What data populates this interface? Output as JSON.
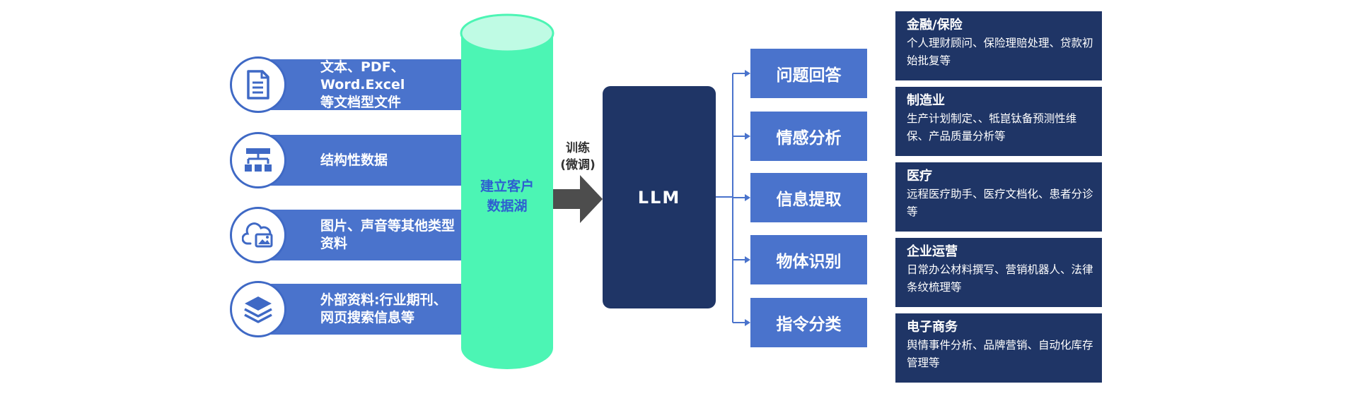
{
  "sources": [
    {
      "label": "文本、PDF、Word.Excel\n等文档型文件",
      "icon": "document-icon"
    },
    {
      "label": "结构性数据",
      "icon": "structure-icon"
    },
    {
      "label": "图片、声音等其他类型\n资料",
      "icon": "cloud-image-icon"
    },
    {
      "label": "外部资料:行业期刊、\n网页搜索信息等",
      "icon": "layers-icon"
    }
  ],
  "data_lake": {
    "label": "建立客户\n数据湖"
  },
  "training": {
    "label": "训练\n(微调)"
  },
  "model": {
    "label": "LLM"
  },
  "tasks": [
    "问题回答",
    "情感分析",
    "信息提取",
    "物体识别",
    "指令分类"
  ],
  "industries": [
    {
      "title": "金融/保险",
      "desc": "个人理财顾问、保险理赔处理、贷款初始批复等"
    },
    {
      "title": "制造业",
      "desc": "生产计划制定、、牴崑钛备预测性维保、产品质量分析等"
    },
    {
      "title": "医疗",
      "desc": "远程医疗助手、医疗文档化、患者分诊等"
    },
    {
      "title": "企业运营",
      "desc": "日常办公材料撰写、营销机器人、法律条纹梳理等"
    },
    {
      "title": "电子商务",
      "desc": "舆情事件分析、品牌营销、自动化库存管理等"
    }
  ],
  "colors": {
    "source_bar": "#4a73cc",
    "icon_circle_border": "#3f69c5",
    "cylinder": "#4cf5b4",
    "cylinder_top": "#bffbe4",
    "lake_text": "#2e5fd0",
    "arrow": "#4d4d4d",
    "llm_box": "#1f3566",
    "task_box": "#4a73cc",
    "industry_box": "#1f3566",
    "connector": "#4a73cc"
  }
}
